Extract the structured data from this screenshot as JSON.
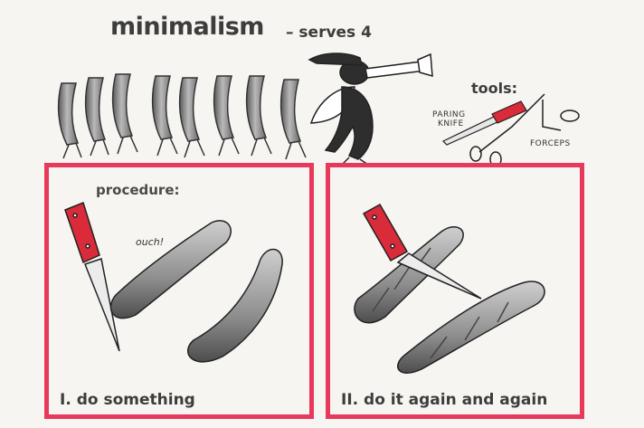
{
  "header": {
    "title": "minimalism",
    "subtitle": "– serves 4"
  },
  "tools": {
    "heading": "tools:",
    "paring_knife_line1": "PARING",
    "paring_knife_line2": "KNIFE",
    "forceps": "FORCEPS"
  },
  "panels": {
    "procedure_label": "procedure:",
    "speech": "ouch!",
    "step1": "I. do something",
    "step2": "II. do it again and again"
  },
  "colors": {
    "frame": "#e8395c",
    "handle": "#d92b3a",
    "ink": "#3d3d3d"
  }
}
